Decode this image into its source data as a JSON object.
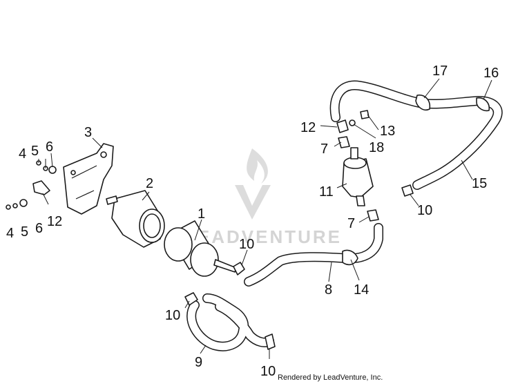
{
  "watermark": {
    "text": "LEADVENTURE",
    "logo": "leadventure-flame-v-logo"
  },
  "footer": {
    "text": "Rendered by LeadVenture, Inc."
  },
  "callouts": [
    "1",
    "2",
    "3",
    "4",
    "5",
    "6",
    "12",
    "4",
    "5",
    "6",
    "7",
    "8",
    "9",
    "10",
    "10",
    "10",
    "10",
    "11",
    "12",
    "13",
    "14",
    "15",
    "16",
    "17",
    "18",
    "7"
  ],
  "colors": {
    "line": "#1a1a1a",
    "background": "#ffffff",
    "watermark": "#d0d0d0"
  }
}
